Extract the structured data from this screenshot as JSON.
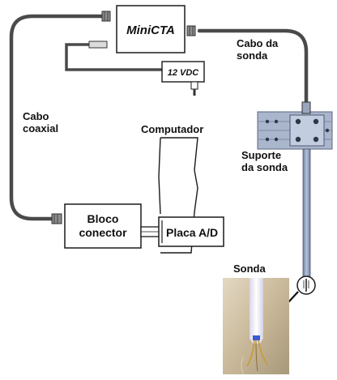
{
  "diagram": {
    "minicta_label": "MiniCTA",
    "power_label": "12 VDC",
    "probe_cable_label": [
      "Cabo da",
      "sonda"
    ],
    "coax_cable_label": [
      "Cabo",
      "coaxial"
    ],
    "computer_label": "Computador",
    "probe_support_label": [
      "Suporte",
      "da sonda"
    ],
    "connector_block_label": [
      "Bloco",
      "conector"
    ],
    "ad_board_label": "Placa A/D",
    "probe_label": "Sonda"
  },
  "colors": {
    "cable": "#4a4a4a",
    "support_panel": "#a9b6cc",
    "probe_rod": "#8a9bbd",
    "photo_bg": "#c9b99a"
  }
}
